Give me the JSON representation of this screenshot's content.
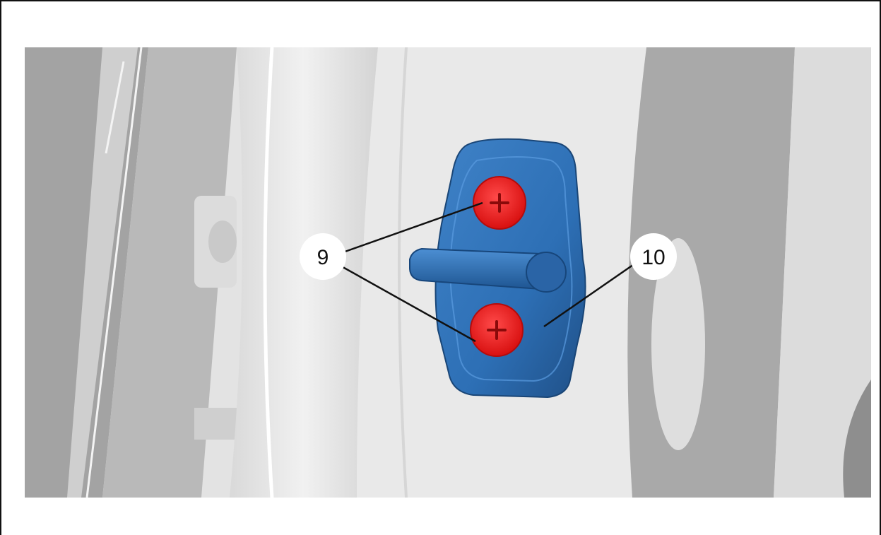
{
  "callouts": {
    "screws": {
      "label": "9",
      "meaning": "screw"
    },
    "striker": {
      "label": "10",
      "meaning": "door-lock-striker"
    }
  },
  "colors": {
    "striker_plate": "#2d6fb5",
    "screw_heads": "#ee1d1d",
    "body_panel": "#e6e6e6",
    "shadow_panel": "#a8a8a8",
    "frame_border": "#111111"
  }
}
